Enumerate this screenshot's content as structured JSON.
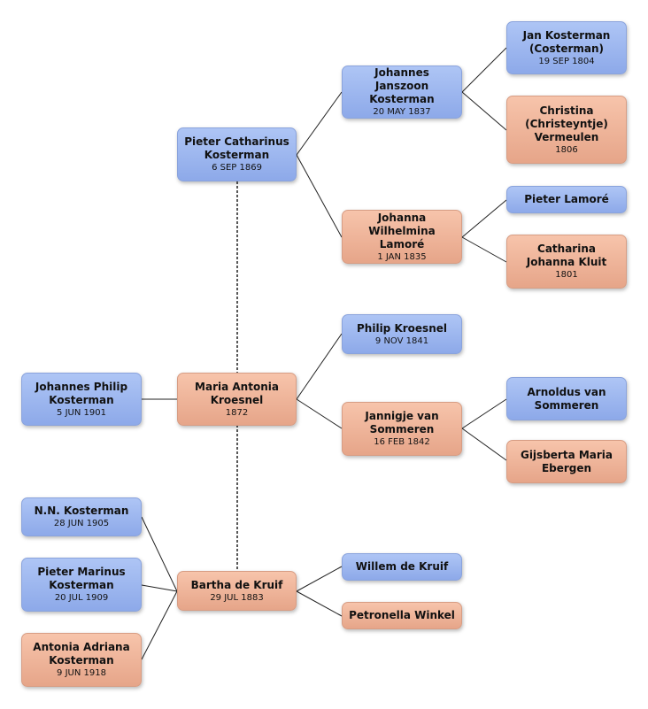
{
  "people": {
    "johannes_philip": {
      "name": "Johannes Philip Kosterman",
      "date": "5 JUN 1901",
      "sex": "male"
    },
    "pieter_catharinus": {
      "name": "Pieter Catharinus Kosterman",
      "date": "6 SEP 1869",
      "sex": "male"
    },
    "maria_antonia": {
      "name": "Maria Antonia Kroesnel",
      "date": "1872",
      "sex": "female"
    },
    "bartha": {
      "name": "Bartha de Kruif",
      "date": "29 JUL 1883",
      "sex": "female"
    },
    "nn_kosterman": {
      "name": "N.N. Kosterman",
      "date": "28 JUN 1905",
      "sex": "male"
    },
    "pieter_marinus": {
      "name": "Pieter Marinus Kosterman",
      "date": "20 JUL 1909",
      "sex": "male"
    },
    "antonia_adriana": {
      "name": "Antonia Adriana Kosterman",
      "date": "9 JUN 1918",
      "sex": "female"
    },
    "johannes_janszoon": {
      "name": "Johannes Janszoon Kosterman",
      "date": "20 MAY 1837",
      "sex": "male"
    },
    "johanna_wilhelmina": {
      "name": "Johanna Wilhelmina Lamoré",
      "date": "1 JAN 1835",
      "sex": "female"
    },
    "philip_kroesnel": {
      "name": "Philip Kroesnel",
      "date": "9 NOV 1841",
      "sex": "male"
    },
    "jannigje": {
      "name": "Jannigje van Sommeren",
      "date": "16 FEB 1842",
      "sex": "female"
    },
    "willem": {
      "name": "Willem de Kruif",
      "date": "",
      "sex": "male"
    },
    "petronella": {
      "name": "Petronella Winkel",
      "date": "",
      "sex": "female"
    },
    "jan_kosterman": {
      "name": "Jan Kosterman (Costerman)",
      "date": "19 SEP 1804",
      "sex": "male"
    },
    "christina": {
      "name": "Christina (Christeyntje) Vermeulen",
      "date": "1806",
      "sex": "female"
    },
    "pieter_lamore": {
      "name": "Pieter Lamoré",
      "date": "",
      "sex": "male"
    },
    "catharina_johanna": {
      "name": "Catharina Johanna Kluit",
      "date": "1801",
      "sex": "female"
    },
    "arnoldus": {
      "name": "Arnoldus van Sommeren",
      "date": "",
      "sex": "male"
    },
    "gijsberta": {
      "name": "Gijsberta Maria Ebergen",
      "date": "",
      "sex": "female"
    }
  },
  "colors": {
    "male_fill": "#9db7ef",
    "female_fill": "#eeb498",
    "line": "#222222"
  }
}
